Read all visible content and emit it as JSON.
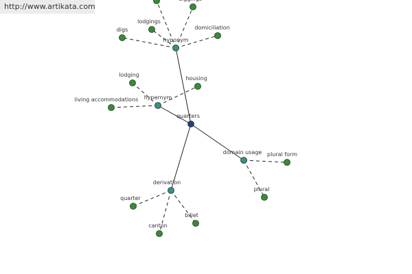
{
  "banner": {
    "url": "http://www.artikata.com"
  },
  "colors": {
    "center": "#2a3a8a",
    "relation": "#3c8c8c",
    "word": "#3a8a3a",
    "stroke": "#1a3a1a",
    "edge": "#222222"
  },
  "graph": {
    "nodes": [
      {
        "id": "quarters",
        "label": "quarters",
        "kind": "center"
      },
      {
        "id": "hyponym",
        "label": "hyponym",
        "kind": "relation"
      },
      {
        "id": "hypernym",
        "label": "hypernym",
        "kind": "relation"
      },
      {
        "id": "domain_usage",
        "label": "domain usage",
        "kind": "relation"
      },
      {
        "id": "derivation",
        "label": "derivation",
        "kind": "relation"
      },
      {
        "id": "top_left",
        "label": "",
        "kind": "word"
      },
      {
        "id": "diggings",
        "label": "diggings",
        "kind": "word"
      },
      {
        "id": "digs",
        "label": "digs",
        "kind": "word"
      },
      {
        "id": "lodgings",
        "label": "lodgings",
        "kind": "word"
      },
      {
        "id": "domiciliation",
        "label": "domiciliation",
        "kind": "word"
      },
      {
        "id": "lodging",
        "label": "lodging",
        "kind": "word"
      },
      {
        "id": "housing",
        "label": "housing",
        "kind": "word"
      },
      {
        "id": "living_accommodations",
        "label": "living accommodations",
        "kind": "word"
      },
      {
        "id": "plural_form",
        "label": "plural form",
        "kind": "word"
      },
      {
        "id": "plural",
        "label": "plural",
        "kind": "word"
      },
      {
        "id": "quarter",
        "label": "quarter",
        "kind": "word"
      },
      {
        "id": "billet",
        "label": "billet",
        "kind": "word"
      },
      {
        "id": "canton",
        "label": "canton",
        "kind": "word"
      }
    ],
    "edges": [
      {
        "from": "quarters",
        "to": "hyponym",
        "style": "solid"
      },
      {
        "from": "quarters",
        "to": "hypernym",
        "style": "solid"
      },
      {
        "from": "quarters",
        "to": "domain_usage",
        "style": "solid"
      },
      {
        "from": "quarters",
        "to": "derivation",
        "style": "solid"
      },
      {
        "from": "hyponym",
        "to": "top_left",
        "style": "dashed"
      },
      {
        "from": "hyponym",
        "to": "diggings",
        "style": "dashed"
      },
      {
        "from": "hyponym",
        "to": "digs",
        "style": "dashed"
      },
      {
        "from": "hyponym",
        "to": "lodgings",
        "style": "dashed"
      },
      {
        "from": "hyponym",
        "to": "domiciliation",
        "style": "dashed"
      },
      {
        "from": "hypernym",
        "to": "lodging",
        "style": "dashed"
      },
      {
        "from": "hypernym",
        "to": "housing",
        "style": "dashed"
      },
      {
        "from": "hypernym",
        "to": "living_accommodations",
        "style": "dashed"
      },
      {
        "from": "domain_usage",
        "to": "plural_form",
        "style": "dashed"
      },
      {
        "from": "domain_usage",
        "to": "plural",
        "style": "dashed"
      },
      {
        "from": "derivation",
        "to": "quarter",
        "style": "dashed"
      },
      {
        "from": "derivation",
        "to": "billet",
        "style": "dashed"
      },
      {
        "from": "derivation",
        "to": "canton",
        "style": "dashed"
      }
    ]
  }
}
